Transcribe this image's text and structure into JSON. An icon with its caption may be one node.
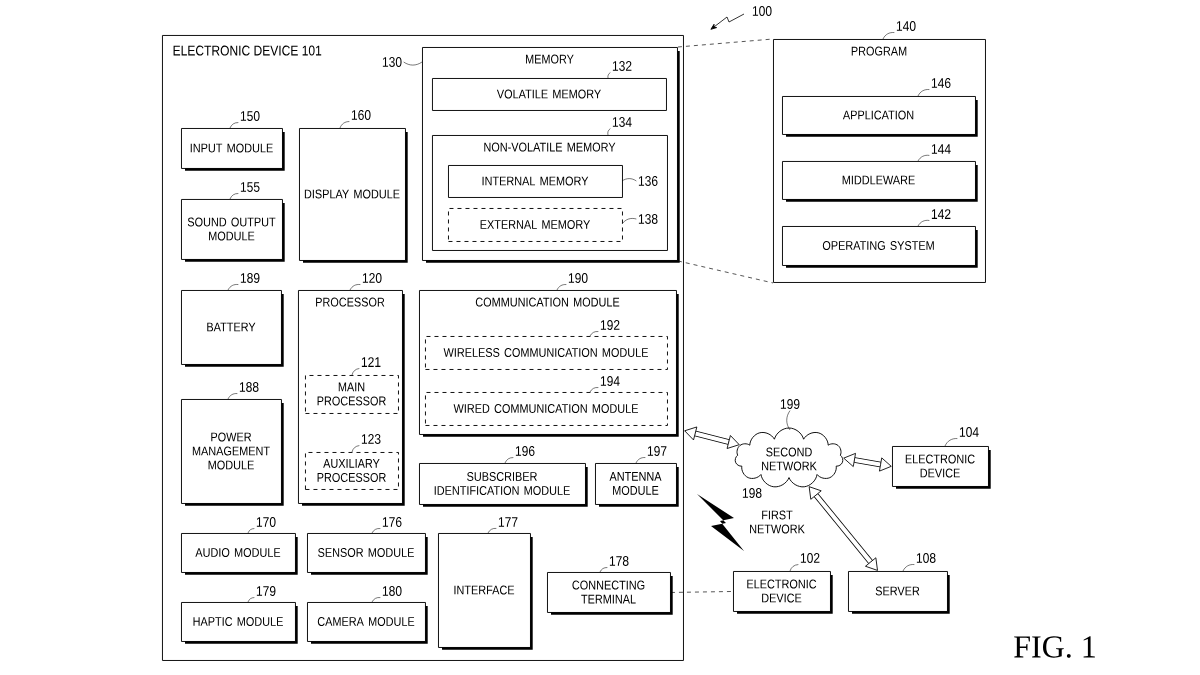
{
  "diagram": {
    "nodes": [
      {
        "text": [
          "ELECTRONIC DEVICE 101"
        ]
      },
      {
        "text": [
          "MEMORY"
        ],
        "in": 0,
        "beside": [
          "130"
        ]
      },
      {
        "text": [
          "VOLATILE MEMORY"
        ],
        "in": 1,
        "beside": [
          "132"
        ]
      },
      {
        "text": [
          "NON-VOLATILE MEMORY"
        ],
        "in": 1,
        "beside": [
          "134"
        ]
      },
      {
        "text": [
          "INTERNAL MEMORY"
        ],
        "in": 3,
        "beside": [
          "136"
        ]
      },
      {
        "text": [
          "EXTERNAL MEMORY"
        ],
        "in": 3,
        "beside": [
          "138"
        ]
      },
      {
        "text": [
          "INPUT MODULE"
        ],
        "in": 0,
        "beside": [
          "150"
        ]
      },
      {
        "text": [
          "DISPLAY MODULE"
        ],
        "in": 0,
        "beside": [
          "160"
        ]
      },
      {
        "text": [
          "SOUND OUTPUT MODULE"
        ],
        "in": 0,
        "beside": [
          "155"
        ]
      },
      {
        "text": [
          "BATTERY"
        ],
        "in": 0,
        "beside": [
          "189"
        ]
      },
      {
        "text": [
          "PROCESSOR"
        ],
        "in": 0,
        "beside": [
          "120"
        ]
      },
      {
        "text": [
          "MAIN PROCESSOR"
        ],
        "in": 10,
        "beside": [
          "121"
        ]
      },
      {
        "text": [
          "AUXILIARY PROCESSOR"
        ],
        "in": 10,
        "beside": [
          "123"
        ]
      },
      {
        "text": [
          "COMMUNICATION MODULE"
        ],
        "in": 0,
        "beside": [
          "190"
        ]
      },
      {
        "text": [
          "WIRELESS COMMUNICATION MODULE"
        ],
        "in": 13,
        "beside": [
          "192"
        ]
      },
      {
        "text": [
          "WIRED COMMUNICATION MODULE"
        ],
        "in": 13,
        "beside": [
          "194"
        ]
      },
      {
        "text": [
          "POWER MANAGEMENT MODULE"
        ],
        "in": 0,
        "beside": [
          "188"
        ]
      },
      {
        "text": [
          "SUBSCRIBER IDENTIFICATION MODULE"
        ],
        "in": 0,
        "beside": [
          "196"
        ]
      },
      {
        "text": [
          "ANTENNA MODULE"
        ],
        "in": 0,
        "beside": [
          "197"
        ]
      },
      {
        "text": [
          "AUDIO MODULE"
        ],
        "in": 0,
        "beside": [
          "170"
        ]
      },
      {
        "text": [
          "SENSOR MODULE"
        ],
        "in": 0,
        "beside": [
          "176"
        ]
      },
      {
        "text": [
          "INTERFACE"
        ],
        "in": 0,
        "beside": [
          "177"
        ]
      },
      {
        "text": [
          "CONNECTING TERMINAL"
        ],
        "in": 0,
        "beside": [
          "178"
        ]
      },
      {
        "text": [
          "HAPTIC MODULE"
        ],
        "in": 0,
        "beside": [
          "179"
        ]
      },
      {
        "text": [
          "CAMERA MODULE"
        ],
        "in": 0,
        "beside": [
          "180"
        ]
      },
      {
        "text": [
          "PROGRAM"
        ],
        "beside": [
          "140"
        ]
      },
      {
        "text": [
          "APPLICATION"
        ],
        "in": 25,
        "beside": [
          "146"
        ]
      },
      {
        "text": [
          "MIDDLEWARE"
        ],
        "in": 25,
        "beside": [
          "144"
        ]
      },
      {
        "text": [
          "OPERATING SYSTEM"
        ],
        "in": 25,
        "beside": [
          "142"
        ]
      },
      {
        "text": [
          "SECOND NETWORK"
        ],
        "beside": [
          "199"
        ]
      },
      {
        "text": [
          "ELECTRONIC DEVICE"
        ],
        "beside": [
          "104"
        ]
      },
      {
        "text": [
          "ELECTRONIC DEVICE"
        ],
        "beside": [
          "102"
        ]
      },
      {
        "text": [
          "SERVER"
        ],
        "beside": [
          "108"
        ]
      }
    ],
    "edges": [
      {
        "from": 1,
        "to": 25,
        "arrow": "none",
        "style": "dashed"
      },
      {
        "from": 1,
        "to": 25,
        "arrow": "none",
        "style": "dashed"
      },
      {
        "from": 0,
        "to": 29,
        "arrow": "both",
        "style": "thick"
      },
      {
        "from": 29,
        "to": 30,
        "arrow": "both",
        "style": "thick"
      },
      {
        "from": 29,
        "to": 32,
        "arrow": "both",
        "style": "thick"
      },
      {
        "from": 22,
        "to": 31,
        "arrow": "none",
        "style": "dashed"
      }
    ],
    "labels": [
      "100",
      "198",
      "FIRST NETWORK",
      "FIG. 1"
    ]
  }
}
